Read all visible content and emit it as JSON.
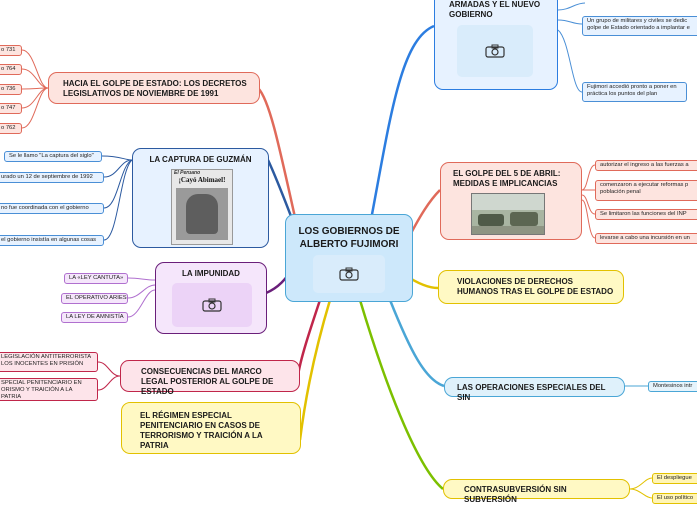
{
  "central": {
    "title": "LOS GOBIERNOS DE ALBERTO FUJIMORI"
  },
  "branches": {
    "golpe": {
      "title": "HACIA EL GOLPE DE ESTADO: LOS DECRETOS LEGISLATIVOS DE NOVIEMBRE DE 1991",
      "items": [
        "o 731",
        "o 764",
        "o 736",
        "o 747",
        "o 762"
      ]
    },
    "guzman": {
      "title": "LA CAPTURA DE GUZMÁN",
      "newspaper": {
        "masthead": "El Peruano",
        "headline": "¡Cayó Abimael!"
      },
      "items": [
        "Se le llamo \"La captura del siglo\"",
        "urado un 12 de septiembre de 1992",
        "no fue coordinada con el gobierno",
        "el gobierno insistía en algunas cosas"
      ]
    },
    "impunidad": {
      "title": "LA IMPUNIDAD",
      "items": [
        "LA «LEY CANTUTA»",
        "EL OPERATIVO ARIES",
        "LA LEY DE AMNISTÍA"
      ]
    },
    "consecuencias": {
      "title": "CONSECUENCIAS DEL MARCO LEGAL POSTERIOR AL GOLPE DE ESTADO",
      "items": [
        "LEGISLACIÓN ANTITERRORISTA LOS INOCENTES EN PRISIÓN",
        "SPECIAL PENITENCIARIO EN ORISMO Y TRAICIÓN A LA PATRIA"
      ]
    },
    "regimen": {
      "title": "EL RÉGIMEN ESPECIAL PENITENCIARIO EN CASOS DE TERRORISMO Y TRAICIÓN A LA PATRIA"
    },
    "armadas": {
      "title": "ARMADAS Y EL NUEVO GOBIERNO",
      "items": [
        "Un grupo de militares y civiles se dedic golpe de Estado orientado a implantar e",
        "Fujimori accedió pronto a poner en práctica los puntos del plan"
      ]
    },
    "abril": {
      "title": "EL GOLPE DEL 5 DE ABRIL: MEDIDAS E IMPLICANCIAS",
      "items": [
        "autorizar el ingreso a las fuerzas a",
        "comenzaron a ejecutar reformas p población penal",
        "Se limitaron las funciones del INP",
        "levarse a cabo una incursión en un"
      ]
    },
    "violaciones": {
      "title": "VIOLACIONES DE DERECHOS HUMANOS TRAS EL GOLPE DE ESTADO"
    },
    "sin": {
      "title": "LAS OPERACIONES ESPECIALES DEL SIN",
      "items": [
        "Montesinos intr"
      ]
    },
    "contra": {
      "title": "CONTRASUBVERSIÓN SIN SUBVERSIÓN",
      "items": [
        "El despliegue",
        "El uso político"
      ]
    }
  },
  "colors": {
    "red": "#e06a5a",
    "blue": "#4a8fd6",
    "purple": "#b070cf",
    "teal": "#4aa6d6",
    "yellow": "#e2c100",
    "darkblue": "#2c5aa0",
    "green": "#7cc000",
    "crimson": "#c0264a"
  }
}
